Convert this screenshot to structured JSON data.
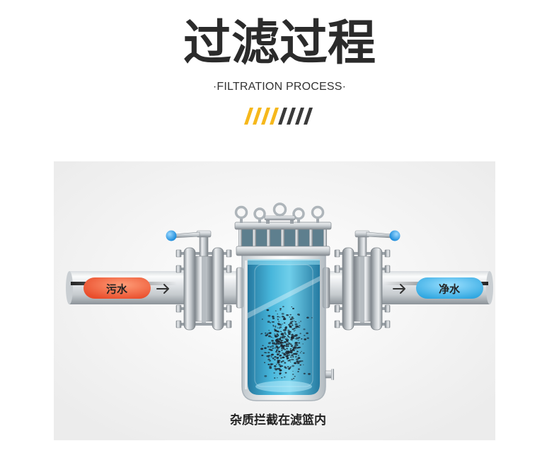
{
  "header": {
    "title": "过滤过程",
    "subtitle": "·FILTRATION PROCESS·"
  },
  "colors": {
    "accent_yellow": "#f6b81c",
    "accent_dark": "#3a3a3a",
    "dirty_water": "#e94d2b",
    "clean_water": "#2ea6e0",
    "filter_water": "#38b0d8",
    "valve_handle": "#1f8ddb",
    "impurities": "#1d2630"
  },
  "diagram": {
    "inlet_label": "污水",
    "outlet_label": "净水",
    "inlet_arrow_icon": "arrow-right-icon",
    "outlet_arrow_icon": "arrow-right-icon",
    "caption": "杂质拦截在滤篮内"
  }
}
